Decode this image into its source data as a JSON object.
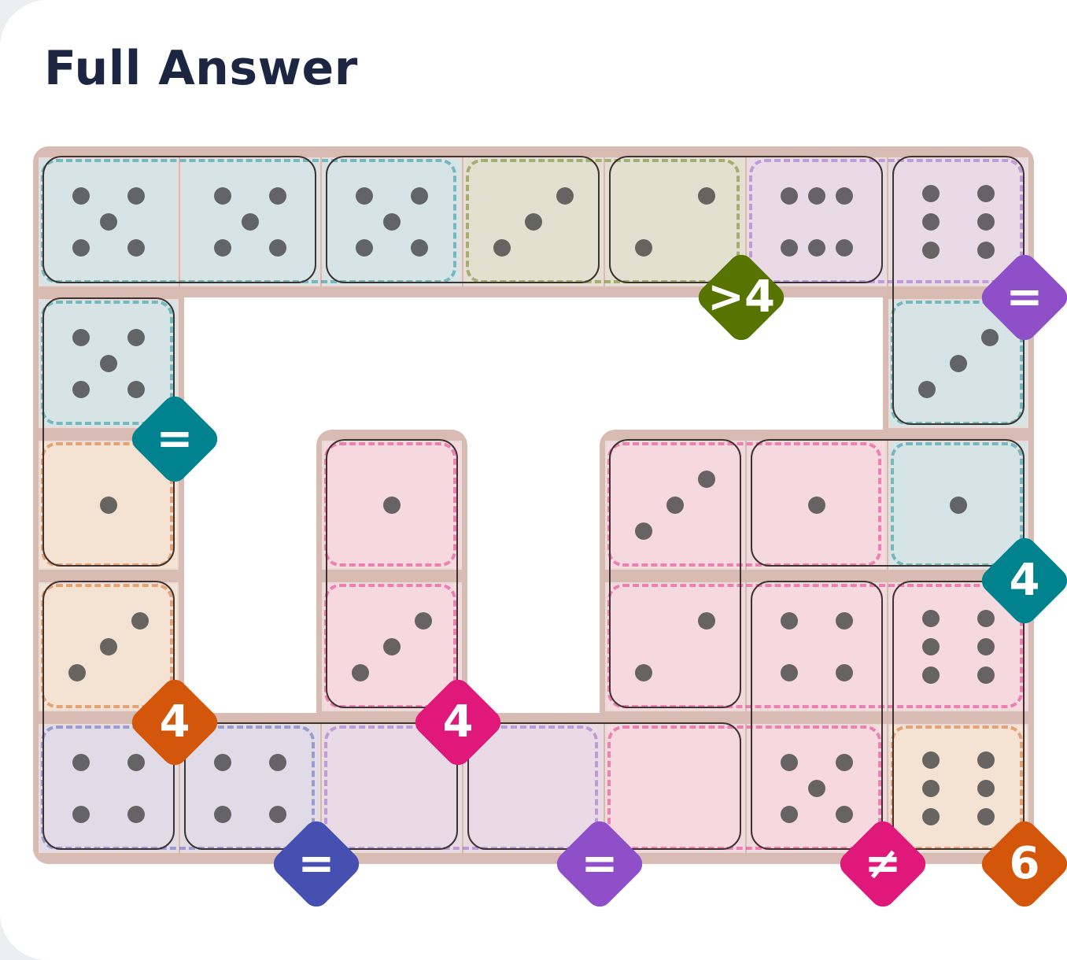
{
  "title": "Full Answer",
  "colors": {
    "teal": "#00838f",
    "purple": "#8e4fc8",
    "olive": "#577400",
    "orange": "#d4560a",
    "pink": "#e0187a",
    "indigo": "#4650b0"
  },
  "cells": [
    {
      "r": 0,
      "c": 0,
      "fill": "#d6e4e6"
    },
    {
      "r": 0,
      "c": 1,
      "fill": "#d6e4e6"
    },
    {
      "r": 0,
      "c": 2,
      "fill": "#d6e4e6"
    },
    {
      "r": 0,
      "c": 3,
      "fill": "#e2e0cf"
    },
    {
      "r": 0,
      "c": 4,
      "fill": "#e2e0cf"
    },
    {
      "r": 0,
      "c": 5,
      "fill": "#e8dbe6"
    },
    {
      "r": 0,
      "c": 6,
      "fill": "#e8dbe6"
    },
    {
      "r": 1,
      "c": 0,
      "fill": "#d6e4e6"
    },
    {
      "r": 1,
      "c": 6,
      "fill": "#d6e4e6"
    },
    {
      "r": 2,
      "c": 0,
      "fill": "#f4e2d2"
    },
    {
      "r": 2,
      "c": 2,
      "fill": "#f6d8df"
    },
    {
      "r": 2,
      "c": 4,
      "fill": "#f6d8df"
    },
    {
      "r": 2,
      "c": 5,
      "fill": "#f6d8df"
    },
    {
      "r": 2,
      "c": 6,
      "fill": "#d6e4e6"
    },
    {
      "r": 3,
      "c": 0,
      "fill": "#f4e2d2"
    },
    {
      "r": 3,
      "c": 2,
      "fill": "#f6d8df"
    },
    {
      "r": 3,
      "c": 4,
      "fill": "#f6d8df"
    },
    {
      "r": 3,
      "c": 5,
      "fill": "#f6d8df"
    },
    {
      "r": 3,
      "c": 6,
      "fill": "#f6d8df"
    },
    {
      "r": 4,
      "c": 0,
      "fill": "#e0dbe6"
    },
    {
      "r": 4,
      "c": 1,
      "fill": "#e0dbe6"
    },
    {
      "r": 4,
      "c": 2,
      "fill": "#e8dbe6"
    },
    {
      "r": 4,
      "c": 3,
      "fill": "#e8dbe6"
    },
    {
      "r": 4,
      "c": 4,
      "fill": "#f6d8df"
    },
    {
      "r": 4,
      "c": 5,
      "fill": "#f6d8df"
    },
    {
      "r": 4,
      "c": 6,
      "fill": "#f4e2d2"
    }
  ],
  "pips": [
    {
      "r": 0,
      "c": 0,
      "v": 5
    },
    {
      "r": 0,
      "c": 1,
      "v": 5
    },
    {
      "r": 0,
      "c": 2,
      "v": 5
    },
    {
      "r": 0,
      "c": 3,
      "v": 3
    },
    {
      "r": 0,
      "c": 4,
      "v": 2
    },
    {
      "r": 0,
      "c": 5,
      "v": 6
    },
    {
      "r": 0,
      "c": 6,
      "v": 6
    },
    {
      "r": 1,
      "c": 0,
      "v": 5
    },
    {
      "r": 1,
      "c": 6,
      "v": 3
    },
    {
      "r": 2,
      "c": 0,
      "v": 1
    },
    {
      "r": 2,
      "c": 2,
      "v": 1
    },
    {
      "r": 2,
      "c": 4,
      "v": 3
    },
    {
      "r": 2,
      "c": 5,
      "v": 1
    },
    {
      "r": 2,
      "c": 6,
      "v": 1
    },
    {
      "r": 3,
      "c": 0,
      "v": 3
    },
    {
      "r": 3,
      "c": 2,
      "v": 3
    },
    {
      "r": 3,
      "c": 4,
      "v": 2
    },
    {
      "r": 3,
      "c": 5,
      "v": 4
    },
    {
      "r": 3,
      "c": 6,
      "v": 6
    },
    {
      "r": 4,
      "c": 0,
      "v": 4
    },
    {
      "r": 4,
      "c": 1,
      "v": 4
    },
    {
      "r": 4,
      "c": 2,
      "v": 0
    },
    {
      "r": 4,
      "c": 3,
      "v": 0
    },
    {
      "r": 4,
      "c": 4,
      "v": 0
    },
    {
      "r": 4,
      "c": 5,
      "v": 5
    },
    {
      "r": 4,
      "c": 6,
      "v": 6
    }
  ],
  "dominoes": [
    {
      "cells": [
        [
          0,
          0
        ],
        [
          0,
          1
        ]
      ]
    },
    {
      "cells": [
        [
          0,
          2
        ],
        [
          0,
          3
        ]
      ]
    },
    {
      "cells": [
        [
          0,
          4
        ],
        [
          0,
          5
        ]
      ]
    },
    {
      "cells": [
        [
          0,
          6
        ],
        [
          1,
          6
        ]
      ]
    },
    {
      "cells": [
        [
          1,
          0
        ],
        [
          2,
          0
        ]
      ]
    },
    {
      "cells": [
        [
          3,
          0
        ],
        [
          4,
          0
        ]
      ]
    },
    {
      "cells": [
        [
          4,
          1
        ],
        [
          4,
          2
        ]
      ]
    },
    {
      "cells": [
        [
          4,
          3
        ],
        [
          4,
          4
        ]
      ]
    },
    {
      "cells": [
        [
          2,
          2
        ],
        [
          3,
          2
        ]
      ]
    },
    {
      "cells": [
        [
          2,
          4
        ],
        [
          3,
          4
        ]
      ]
    },
    {
      "cells": [
        [
          2,
          5
        ],
        [
          2,
          6
        ]
      ]
    },
    {
      "cells": [
        [
          3,
          5
        ],
        [
          4,
          5
        ]
      ]
    },
    {
      "cells": [
        [
          3,
          6
        ],
        [
          4,
          6
        ]
      ]
    }
  ],
  "regions": [
    {
      "color": "teal",
      "cells": [
        [
          0,
          0
        ],
        [
          0,
          1
        ],
        [
          0,
          2
        ],
        [
          1,
          0
        ]
      ],
      "label": "="
    },
    {
      "color": "olive",
      "cells": [
        [
          0,
          3
        ],
        [
          0,
          4
        ]
      ],
      "label": ">4"
    },
    {
      "color": "purple",
      "cells": [
        [
          0,
          5
        ],
        [
          0,
          6
        ]
      ],
      "label": "="
    },
    {
      "color": "teal",
      "cells": [
        [
          1,
          6
        ],
        [
          2,
          6
        ]
      ],
      "label": "4"
    },
    {
      "color": "orange",
      "cells": [
        [
          2,
          0
        ],
        [
          3,
          0
        ]
      ],
      "label": "4"
    },
    {
      "color": "pink",
      "cells": [
        [
          2,
          2
        ],
        [
          3,
          2
        ]
      ],
      "label": "4"
    },
    {
      "color": "indigo",
      "cells": [
        [
          4,
          0
        ],
        [
          4,
          1
        ]
      ],
      "label": "="
    },
    {
      "color": "purple",
      "cells": [
        [
          4,
          2
        ],
        [
          4,
          3
        ]
      ],
      "label": "="
    },
    {
      "color": "pink",
      "cells": [
        [
          2,
          4
        ],
        [
          2,
          5
        ],
        [
          3,
          4
        ],
        [
          3,
          5
        ],
        [
          3,
          6
        ],
        [
          4,
          4
        ],
        [
          4,
          5
        ]
      ],
      "label": "≠"
    },
    {
      "color": "orange",
      "cells": [
        [
          4,
          6
        ]
      ],
      "label": "6"
    }
  ]
}
